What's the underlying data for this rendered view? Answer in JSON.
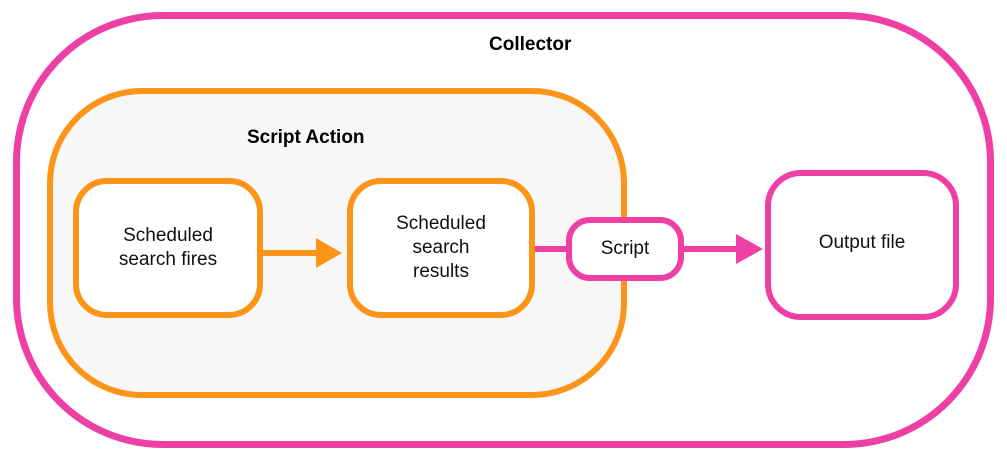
{
  "colors": {
    "collector": "#ee3fa5",
    "script_action": "#fb9419",
    "script_action_fill": "#f7f7f7"
  },
  "collector": {
    "title": "Collector"
  },
  "script_action": {
    "title": "Script Action"
  },
  "nodes": {
    "scheduled_search_fires": "Scheduled\nsearch fires",
    "scheduled_search_results": "Scheduled\nsearch\nresults",
    "script": "Script",
    "output_file": "Output file"
  },
  "edges": [
    {
      "from": "scheduled_search_fires",
      "to": "scheduled_search_results",
      "arrow": true
    },
    {
      "from": "scheduled_search_results",
      "to": "script",
      "arrow": false
    },
    {
      "from": "script",
      "to": "output_file",
      "arrow": true
    }
  ]
}
